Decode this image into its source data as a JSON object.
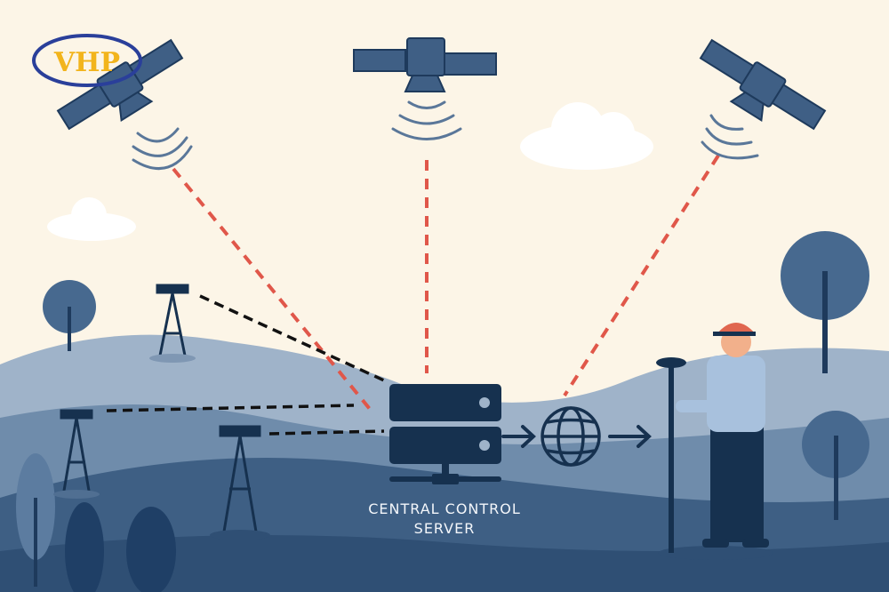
{
  "logo": {
    "text": "VHP",
    "colors": {
      "ring": "#2a3f9a",
      "letters": "#f2b41c"
    }
  },
  "server": {
    "label_line1": "CENTRAL CONTROL",
    "label_line2": "SERVER"
  },
  "colors": {
    "sky": "#fcf5e7",
    "navy": "#16314f",
    "satellite": "#3f5f85",
    "signal_line": "#e0574a",
    "base_link": "#111111",
    "hill_light": "#9fb3c9",
    "hill_mid": "#6f8cab",
    "hill_dark": "#3e5f84"
  },
  "icons": [
    "satellite-icon",
    "base-station-icon",
    "server-icon",
    "globe-icon",
    "arrow-right-icon",
    "surveyor-icon",
    "tree-icon",
    "cloud-icon"
  ]
}
